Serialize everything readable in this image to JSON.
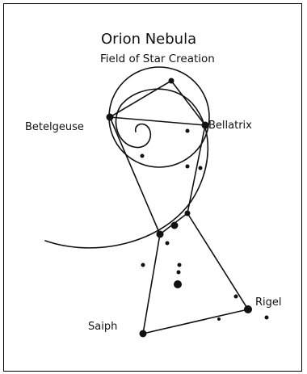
{
  "title": "Orion Nebula",
  "subtitle": "Field of Star Creation",
  "labels": {
    "betelgeuse": "Betelgeuse",
    "bellatrix": "Bellatrix",
    "saiph": "Saiph",
    "rigel": "Rigel"
  },
  "colors": {
    "ink": "#111111",
    "background": "#ffffff"
  }
}
